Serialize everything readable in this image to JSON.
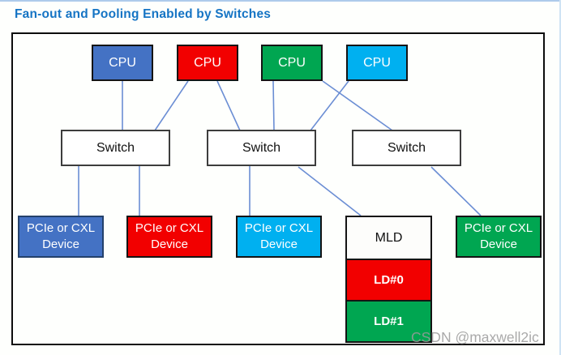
{
  "page": {
    "title": "Fan-out and Pooling Enabled by Switches",
    "title_color": "#1574C4",
    "watermark": "CSDN @maxwell2ic"
  },
  "colors": {
    "cpu_blue": "#4472C4",
    "cpu_red": "#F20000",
    "cpu_green": "#00A651",
    "cpu_cyan": "#00B0F0",
    "connector_line": "#6B8ED4",
    "box_border": "#141414",
    "switch_border": "#3D3D3D",
    "title_blue": "#1574C4",
    "watermark_gray": "#9B9B9B"
  },
  "diagram": {
    "cpus": [
      {
        "label": "CPU",
        "color": "blue"
      },
      {
        "label": "CPU",
        "color": "red"
      },
      {
        "label": "CPU",
        "color": "green"
      },
      {
        "label": "CPU",
        "color": "cyan"
      }
    ],
    "switches": [
      {
        "label": "Switch"
      },
      {
        "label": "Switch"
      },
      {
        "label": "Switch"
      }
    ],
    "devices": [
      {
        "line1": "PCIe or CXL",
        "line2": "Device",
        "color": "blue"
      },
      {
        "line1": "PCIe or CXL",
        "line2": "Device",
        "color": "red"
      },
      {
        "line1": "PCIe or CXL",
        "line2": "Device",
        "color": "cyan"
      },
      {
        "line1": "PCIe or CXL",
        "line2": "Device",
        "color": "green"
      }
    ],
    "mld": {
      "label": "MLD",
      "lds": [
        {
          "label": "LD#0",
          "color": "red"
        },
        {
          "label": "LD#1",
          "color": "green"
        }
      ]
    },
    "edges": [
      {
        "from": "cpu-1-blue",
        "to": "switch-1"
      },
      {
        "from": "cpu-2-red",
        "to": "switch-1"
      },
      {
        "from": "cpu-2-red",
        "to": "switch-2"
      },
      {
        "from": "cpu-3-green",
        "to": "switch-2"
      },
      {
        "from": "cpu-3-green",
        "to": "switch-3"
      },
      {
        "from": "cpu-4-cyan",
        "to": "switch-2"
      },
      {
        "from": "switch-1",
        "to": "device-1-blue"
      },
      {
        "from": "switch-1",
        "to": "device-2-red"
      },
      {
        "from": "switch-2",
        "to": "device-3-cyan"
      },
      {
        "from": "switch-2",
        "to": "mld"
      },
      {
        "from": "switch-3",
        "to": "device-4-green"
      }
    ]
  }
}
